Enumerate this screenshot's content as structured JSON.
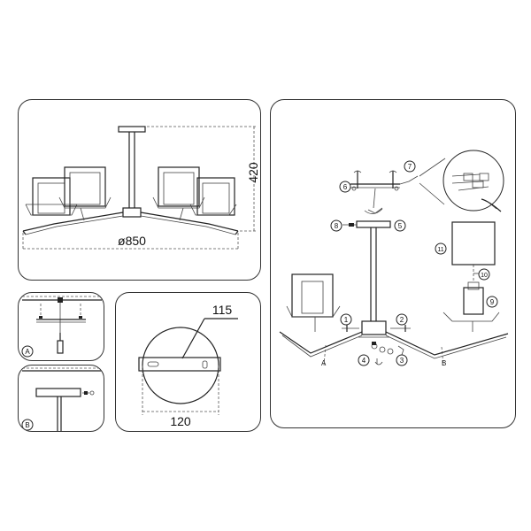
{
  "dimensions": {
    "height": "420",
    "diameter": "ø850",
    "mount_plate_height": "115",
    "mount_plate_width": "120"
  },
  "steps": {
    "a": "A",
    "b": "B"
  },
  "callouts": [
    "1",
    "2",
    "3",
    "4",
    "5",
    "6",
    "7",
    "8",
    "9",
    "10",
    "11"
  ],
  "arm_labels": {
    "a": "A",
    "b": "B"
  }
}
